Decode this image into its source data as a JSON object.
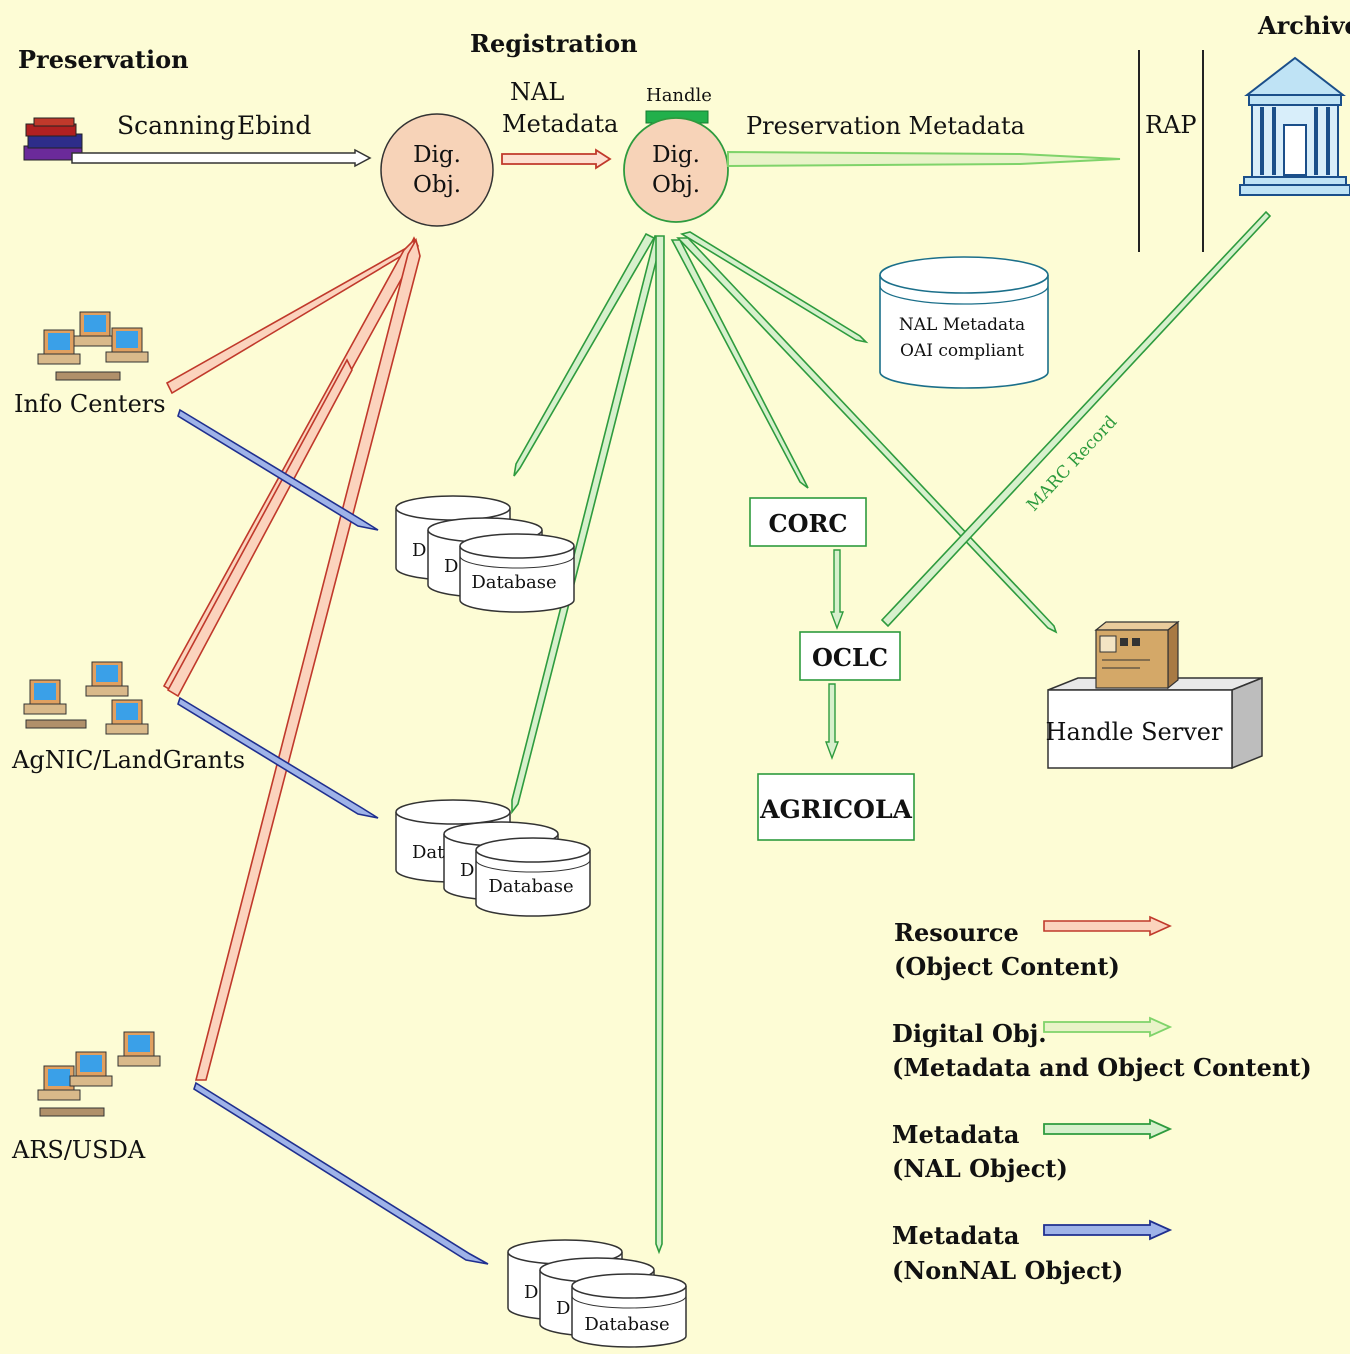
{
  "headings": {
    "preservation": "Preservation",
    "registration": "Registration",
    "archive": "Archive"
  },
  "top_labels": {
    "scanning": "Scanning",
    "ebind": "Ebind",
    "nal": "NAL",
    "metadata": "Metadata",
    "handle": "Handle",
    "preservation_metadata": "Preservation Metadata",
    "rap": "RAP"
  },
  "dig_obj": {
    "line1": "Dig.",
    "line2": "Obj."
  },
  "nal_metadata_db": {
    "line1": "NAL Metadata",
    "line2": "OAI compliant"
  },
  "sources": {
    "info_centers": "Info Centers",
    "agnic": "AgNIC/LandGrants",
    "ars": "ARS/USDA"
  },
  "database_stacks": [
    {
      "label": "Database",
      "back1": "D",
      "back2": "D"
    },
    {
      "label": "Database",
      "back1": "Dat",
      "back2": "D"
    },
    {
      "label": "Database",
      "back1": "D",
      "back2": "D"
    }
  ],
  "boxes": {
    "corc": "CORC",
    "oclc": "OCLC",
    "agricola": "AGRICOLA"
  },
  "handle_server": "Handle Server",
  "marc_record": "MARC Record",
  "legend": [
    {
      "title": "Resource",
      "subtitle": "(Object Content)",
      "color": "#c0392b"
    },
    {
      "title": "Digital Obj.",
      "subtitle": "(Metadata and Object Content)",
      "color": "#7fd36a"
    },
    {
      "title": "Metadata",
      "subtitle": "(NAL Object)",
      "color": "#2e9b3e"
    },
    {
      "title": "Metadata",
      "subtitle": "(NonNAL Object)",
      "color": "#1f2f8f"
    }
  ],
  "colors": {
    "background": "#fdfcd5",
    "resource": "#c0392b",
    "digital_obj": "#7fd36a",
    "metadata_nal": "#2e9b3e",
    "metadata_nonnal": "#1f2f8f",
    "dig_obj_fill": "#f7d3b8",
    "handle_bar": "#22b04b"
  }
}
